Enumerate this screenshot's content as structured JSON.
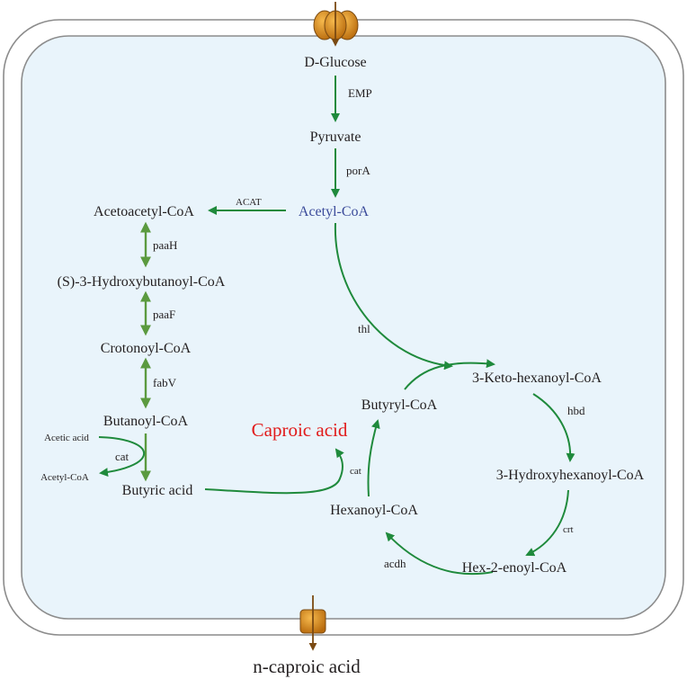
{
  "nodes": {
    "glucose": "D-Glucose",
    "pyruvate": "Pyruvate",
    "acetyl_coa": "Acetyl-CoA",
    "acetoacetyl_coa": "Acetoacetyl-CoA",
    "hydroxybutanoyl_coa": "(S)-3-Hydroxybutanoyl-CoA",
    "crotonoyl_coa": "Crotonoyl-CoA",
    "butanoyl_coa": "Butanoyl-CoA",
    "butyric_acid": "Butyric acid",
    "caproic_acid": "Caproic acid",
    "butyryl_coa": "Butyryl-CoA",
    "keto_hexanoyl_coa": "3-Keto-hexanoyl-CoA",
    "hydroxyhexanoyl_coa": "3-Hydroxyhexanoyl-CoA",
    "hex_enoyl_coa": "Hex-2-enoyl-CoA",
    "hexanoyl_coa": "Hexanoyl-CoA",
    "n_caproic_acid": "n-caproic acid",
    "acetic_acid": "Acetic acid",
    "acetyl_coa_side": "Acetyl-CoA"
  },
  "enzymes": {
    "emp": "EMP",
    "pora": "porA",
    "acat": "ACAT",
    "paah": "paaH",
    "paaf": "paaF",
    "fabv": "fabV",
    "cat_left": "cat",
    "cat_right": "cat",
    "thl": "thl",
    "hbd": "hbd",
    "crt": "crt",
    "acdh": "acdh"
  },
  "colors": {
    "cell_fill": "#e9f4fb",
    "membrane": "#8c8c8c",
    "arrow_dark_green": "#1f8a3c",
    "arrow_light_green": "#5b9a3f",
    "transporter": "#d98a1c",
    "acetyl_coa_text": "#3a4a9a",
    "caproic_acid_text": "#e11b1b"
  }
}
